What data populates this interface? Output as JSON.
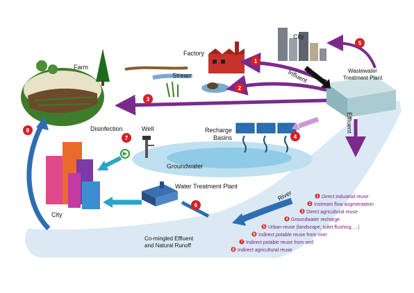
{
  "labels": {
    "farm": "Farm",
    "factory": "Factory",
    "stream": "Stream",
    "city_top": "City",
    "influent": "Influent",
    "wwtp_line1": "Wastewater",
    "wwtp_line2": "Treatment Plant",
    "effluent": "Effluent",
    "disinfection": "Disinfection",
    "well": "Well",
    "recharge_line1": "Recharge",
    "recharge_line2": "Basins",
    "groundwater": "Groundwater",
    "city_left": "City",
    "wtp": "Water Treatment Plant",
    "river": "River",
    "runoff_line1": "Co-mingled Effluent",
    "runoff_line2": "and Natural Runoff"
  },
  "markers": [
    "1",
    "2",
    "3",
    "4",
    "5",
    "6",
    "7",
    "8"
  ],
  "legend": [
    {
      "num": "1",
      "text": "Direct industrial reuse"
    },
    {
      "num": "2",
      "text": "Instream flow augmentation"
    },
    {
      "num": "3",
      "text": "Direct agricultural reuse"
    },
    {
      "num": "4",
      "text": "Groundwater recharge"
    },
    {
      "num": "5",
      "text": "Urban reuse (landscape, toilet flushing, ...)"
    },
    {
      "num": "6",
      "text": "Indirect potable reuse from river"
    },
    {
      "num": "7",
      "text": "Indirect potable reuse from well"
    },
    {
      "num": "8",
      "text": "Indirect agricultural reuse"
    }
  ],
  "colors": {
    "purple_arrow": "#7b2a8c",
    "marker_red": "#d61f26",
    "blue_arrow": "#2f6db3",
    "teal_arrow": "#2aa4c9",
    "water": "#dbe9f5",
    "legend_text": "#7a1c86"
  }
}
